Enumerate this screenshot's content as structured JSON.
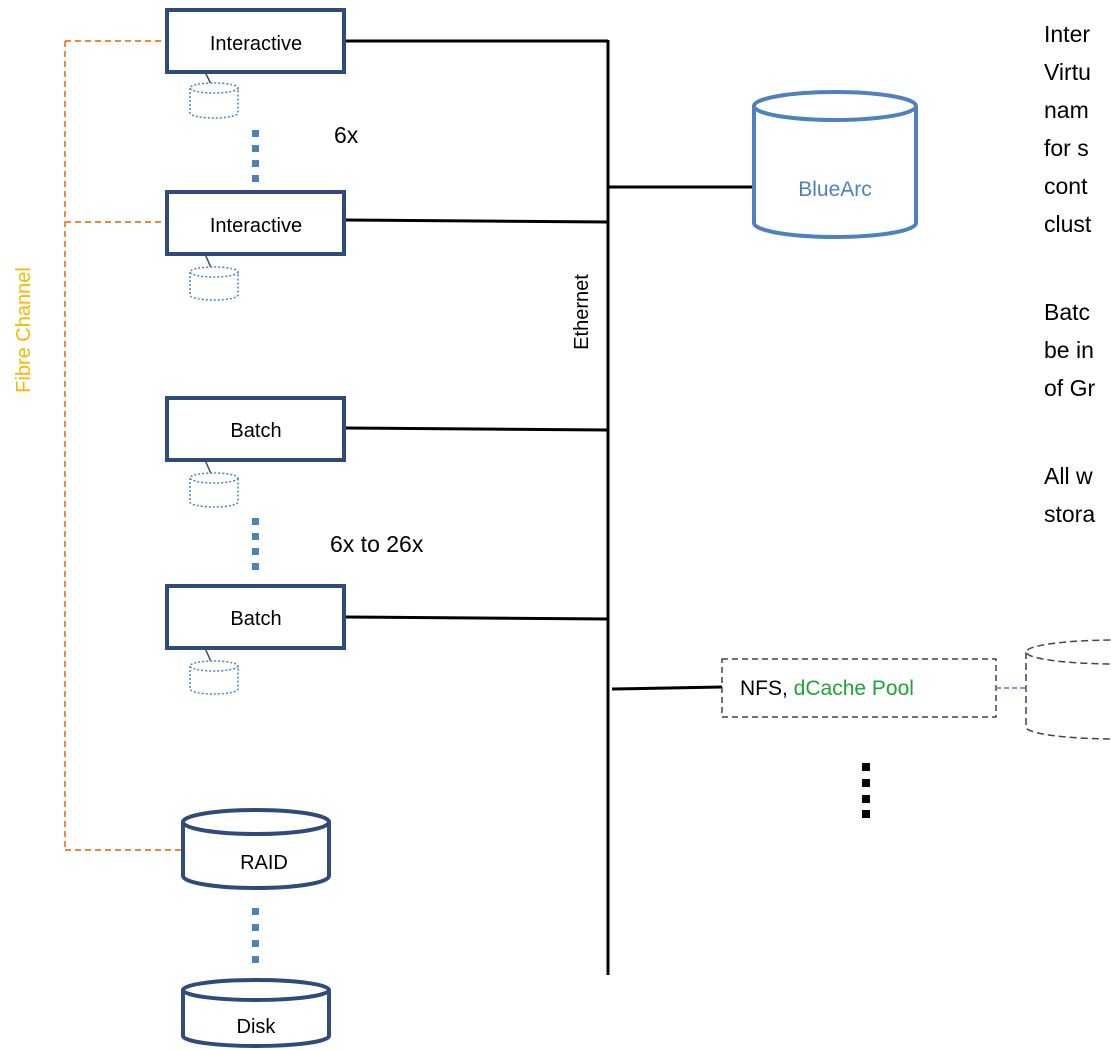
{
  "nodes": {
    "interactive_top": "Interactive",
    "interactive_bottom": "Interactive",
    "batch_top": "Batch",
    "batch_bottom": "Batch",
    "raid": "RAID",
    "disk": "Disk",
    "bluearc": "BlueArc",
    "nfs_prefix": "NFS, ",
    "dcache": "dCache Pool"
  },
  "labels": {
    "fibre_channel": "Fibre Channel",
    "ethernet": "Ethernet",
    "interactive_count": "6x",
    "batch_count": "6x to 26x"
  },
  "description": {
    "lines": [
      "Inter",
      "Virtu",
      "nam",
      "for s",
      "cont",
      "clust",
      "Batc",
      "be in",
      "of Gr",
      "All w",
      "stora"
    ]
  },
  "colors": {
    "node_border": "#2f4b7c",
    "fibre": "#f0883e",
    "fibre_label": "#f5b800",
    "bluearc": "#4f81bd",
    "dcache": "#1fa339",
    "dots": "#4f81bd"
  }
}
